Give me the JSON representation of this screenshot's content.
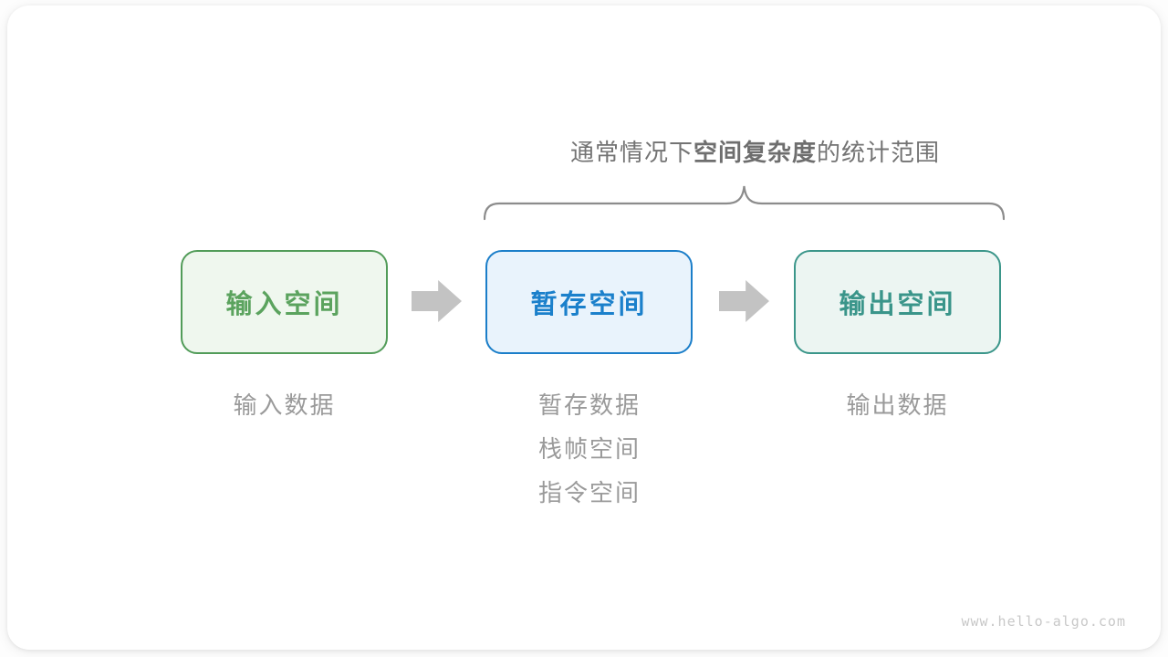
{
  "page": {
    "watermark": "www.hello-algo.com"
  },
  "diagram": {
    "title": {
      "prefix": "通常情况下",
      "bold": "空间复杂度",
      "suffix": "的统计范围"
    },
    "boxes": [
      {
        "id": "input-space",
        "label": "输入空间",
        "border_color": "#529c59",
        "bg_color": "#eff7ee",
        "text_color": "#5ba35e"
      },
      {
        "id": "temp-space",
        "label": "暂存空间",
        "border_color": "#1b7ec9",
        "bg_color": "#e9f3fc",
        "text_color": "#1b80cb"
      },
      {
        "id": "output-space",
        "label": "输出空间",
        "border_color": "#3b968a",
        "bg_color": "#ecf5f2",
        "text_color": "#3a958a"
      }
    ],
    "captions": {
      "input": [
        "输入数据"
      ],
      "temp": [
        "暂存数据",
        "栈帧空间",
        "指令空间"
      ],
      "output": [
        "输出数据"
      ]
    },
    "colors": {
      "title_text": "#737373",
      "caption_text": "#9a9a9a",
      "brace_stroke": "#8c8c8c",
      "arrow_fill": "#c3c3c3",
      "card_bg": "#ffffff"
    }
  }
}
